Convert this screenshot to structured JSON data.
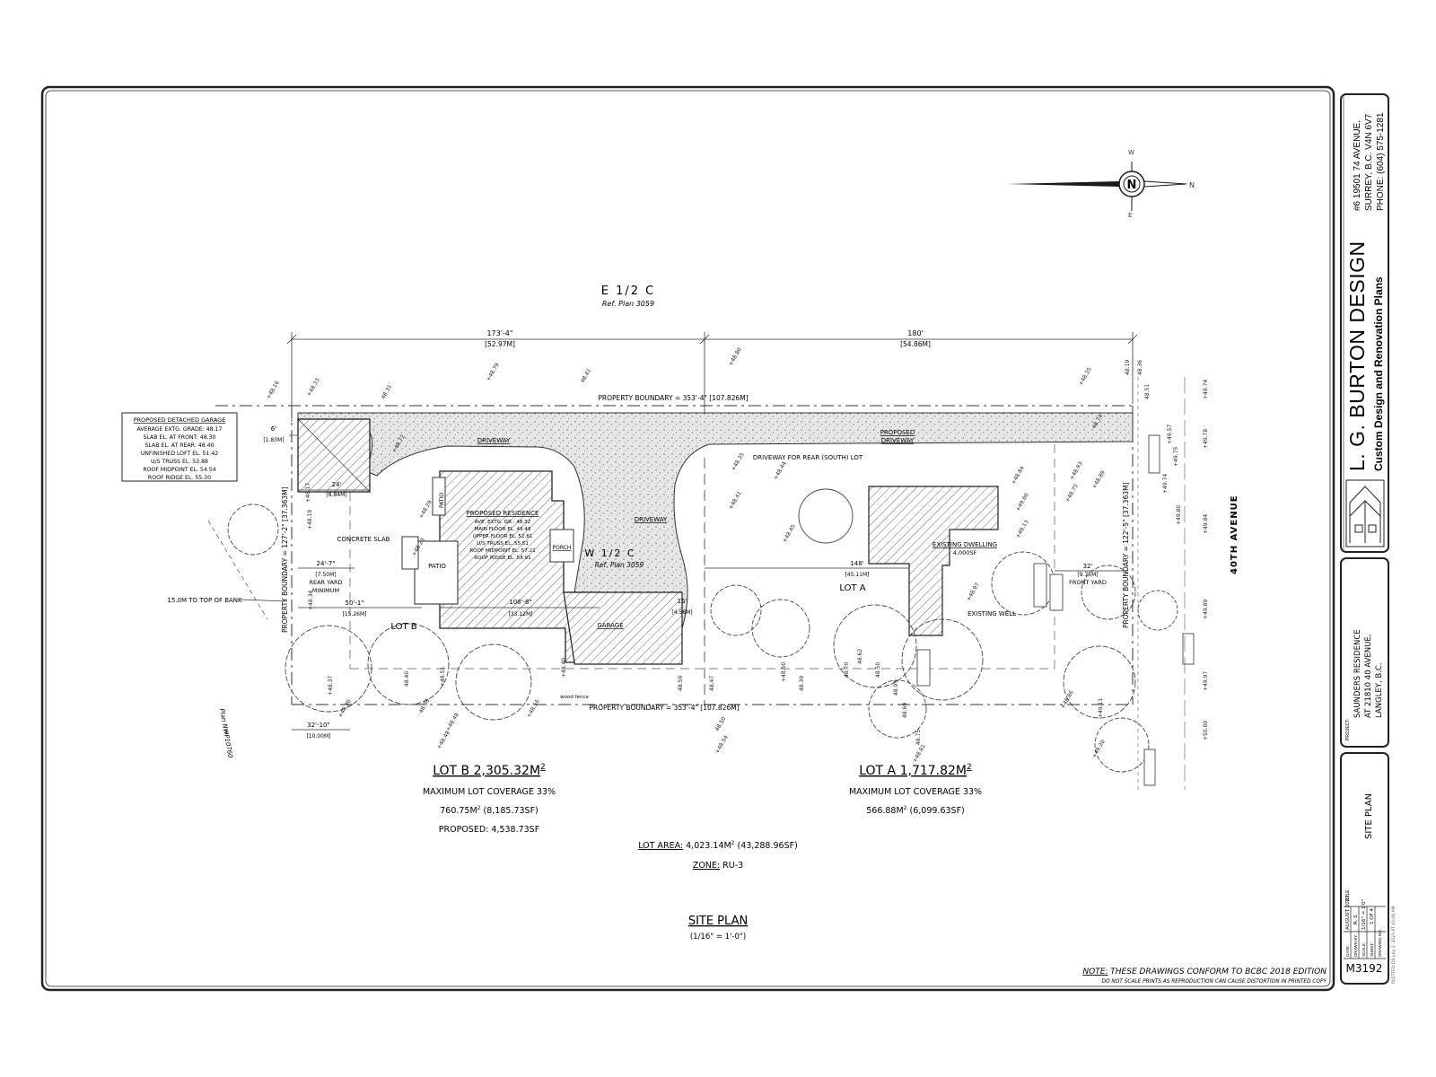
{
  "sheet": {
    "adjacent_north": "E 1/2 C",
    "adjacent_north_ref": "Ref. Plan 3059",
    "center_parcel": "W 1/2 C",
    "center_parcel_ref": "Ref. Plan 3059",
    "west_plan": "Plan NWP10760",
    "west_plan_num": "1",
    "road": "40TH AVENUE",
    "compass_letter": "N"
  },
  "dimensions": {
    "west_len_ft": "173'-4\"",
    "west_len_m": "[52.97M]",
    "east_len_ft": "180'",
    "east_len_m": "[54.86M]",
    "prop_boundary_n": "PROPERTY BOUNDARY = 353'-4\" [107.826M]",
    "prop_boundary_s": "PROPERTY BOUNDARY = 353'-4\" [107.826M]",
    "prop_boundary_w": "PROPERTY BOUNDARY = 127'-2\" [37.363M]",
    "prop_boundary_e": "PROPERTY BOUNDARY = 122'-5\" [37.363M]",
    "garage_setback": "6'",
    "garage_setback_m": "[1.83M]",
    "garage_w": "24'",
    "garage_w_m": "[8.84M]",
    "rear_yard": "24'-7\"",
    "rear_yard_m": "[7.50M]",
    "rear_yard_label": "REAR YARD",
    "rear_yard_min": "MINIMUM",
    "lotb_w": "50'-1\"",
    "lotb_w_m": "[15.26M]",
    "res_len": "108'-8\"",
    "res_len_m": "[33.12M]",
    "side_15": "15'",
    "side_15_m": "[4.56M]",
    "bot_w": "32'-10\"",
    "bot_w_m": "[10.00M]",
    "lota_w": "148'",
    "lota_w_m": "[45.11M]",
    "front_yard": "32'",
    "front_yard_m": "[9.75M]",
    "front_yard_label": "FRONT YARD",
    "bank": "15.0M TO TOP OF BANK"
  },
  "labels": {
    "driveway_1": "DRIVEWAY",
    "driveway_2": "DRIVEWAY",
    "driveway_rear": "DRIVEWAY FOR REAR (SOUTH) LOT",
    "proposed_driveway_1": "PROPOSED",
    "proposed_driveway_2": "DRIVEWAY",
    "patio_1": "PATIO",
    "patio_2": "PATIO",
    "concrete_slab": "CONCRETE SLAB",
    "porch": "PORCH",
    "garage": "GARAGE",
    "lot_a": "LOT A",
    "lot_b": "LOT B",
    "existing_dwelling": "EXISTING DWELLING",
    "existing_dwelling_area": "4,000SF",
    "existing_well": "EXISTING WELL",
    "wood_fence": "wood fence"
  },
  "garage_box": {
    "title": "PROPOSED DETACHED GARAGE",
    "lines": [
      "AVERAGE EXTG. GRADE: 48.17",
      "SLAB EL. AT FRONT: 48.30",
      "SLAB EL. AT REAR: 48.40",
      "UNFINISHED LOFT EL. 51.42",
      "U/S TRUSS EL. 53.88",
      "ROOF MIDPOINT EL. 54.54",
      "ROOF RIDGE EL. 55.30"
    ]
  },
  "residence": {
    "title": "PROPOSED RESIDENCE",
    "lines": [
      "AVE. EXTG. GR.: 48.32",
      "MAIN FLOOR EL. 49.48",
      "UPPER FLOOR EL. 52.81",
      "U/S TRUSS EL. 55.51",
      "ROOF MIDPOINT EL. 57.21",
      "ROOF RIDGE EL. 58.91"
    ]
  },
  "lot_info": {
    "b_title": "LOT B 2,305.32M",
    "b_cov": "MAXIMUM LOT COVERAGE 33%",
    "b_area": "760.75M",
    "b_area_sf": "(8,185.73SF)",
    "b_proposed": "PROPOSED: 4,538.73SF",
    "a_title": "LOT A 1,717.82M",
    "a_cov": "MAXIMUM LOT COVERAGE 33%",
    "a_area": "566.88M",
    "a_area_sf": "(6,099.63SF)",
    "sup2": "2",
    "lot_area_label": "LOT AREA:",
    "lot_area": "4,023.14M",
    "lot_area_sf": "(43,288.96SF)",
    "zone_label": "ZONE:",
    "zone": "RU-3",
    "plan_title": "SITE PLAN",
    "plan_scale": "(1/16\" = 1'-0\")"
  },
  "notes": {
    "note_label": "NOTE:",
    "note_text": "THESE DRAWINGS CONFORM TO BCBC 2018 EDITION",
    "note_sub": "DO NOT SCALE PRINTS AS REPRODUCTION CAN CAUSE DISTORTION IN PRINTED COPY"
  },
  "titleblock": {
    "company": "L. G. BURTON DESIGN",
    "tagline": "Custom Design and Renovation Plans",
    "addr1": "#6 19501 74 AVENUE,",
    "addr2": "SURREY, B.C. V4N 6V7",
    "addr3": "PHONE: (604) 575-1281",
    "project_label": "PROJECT:",
    "project_1": "SAUNDERS RESIDENCE",
    "project_2": "AT 21810 40 AVENUE,",
    "project_3": "LANGLEY, B.C.",
    "title_label": "TITLE:",
    "title": "SITE PLAN",
    "date_label": "DATE:",
    "date": "AUGUST 2022",
    "drawn_label": "DRAWN BY:",
    "drawn": "R. S.",
    "scale_label": "SCALE:",
    "scale": "1/16\" = 1'0\"",
    "sheet_label": "SHEET:",
    "sheet": "1 OF 4",
    "drawing_label": "DRAWING NO.",
    "drawing_no": "M3192",
    "plotted": "PLOTTED ON July 1, 2023 AT 10:06 AM"
  },
  "elevations": {
    "north": [
      "+48.16",
      "+48.33",
      "48.31",
      "+48.79",
      "48.41",
      "+48.80",
      "+48.35",
      "48.19",
      "48.36",
      "48.51",
      "+48.72",
      "48.74"
    ],
    "middle": [
      "+48.17",
      "+48.19",
      "+48.23",
      "+48.29",
      "+48.34",
      "+48.44",
      "+48.45",
      "+48.41",
      "+48.35",
      "+48.84",
      "+49.00",
      "+49.13",
      "+48.97",
      "+48.75",
      "+48.93",
      "+48.89"
    ],
    "south": [
      "+48.37",
      "+48.30",
      "48.38",
      "48.40",
      "+48.51",
      "+48.48",
      "+48.56",
      "+48.40",
      "48.47",
      "48.50",
      "48.59",
      "+48.50",
      "48.39",
      "48.70",
      "48.50",
      "48.62",
      "48.93",
      "48.69",
      "48.75",
      "+48.48",
      "+48.54",
      "+48.81",
      "+49.20",
      "+48.86",
      "+49.11"
    ],
    "east": [
      "+49.74",
      "+49.78",
      "+49.84",
      "+49.89",
      "+49.97",
      "+50.00",
      "+49.57",
      "+49.75",
      "+49.74",
      "+49.80"
    ]
  }
}
